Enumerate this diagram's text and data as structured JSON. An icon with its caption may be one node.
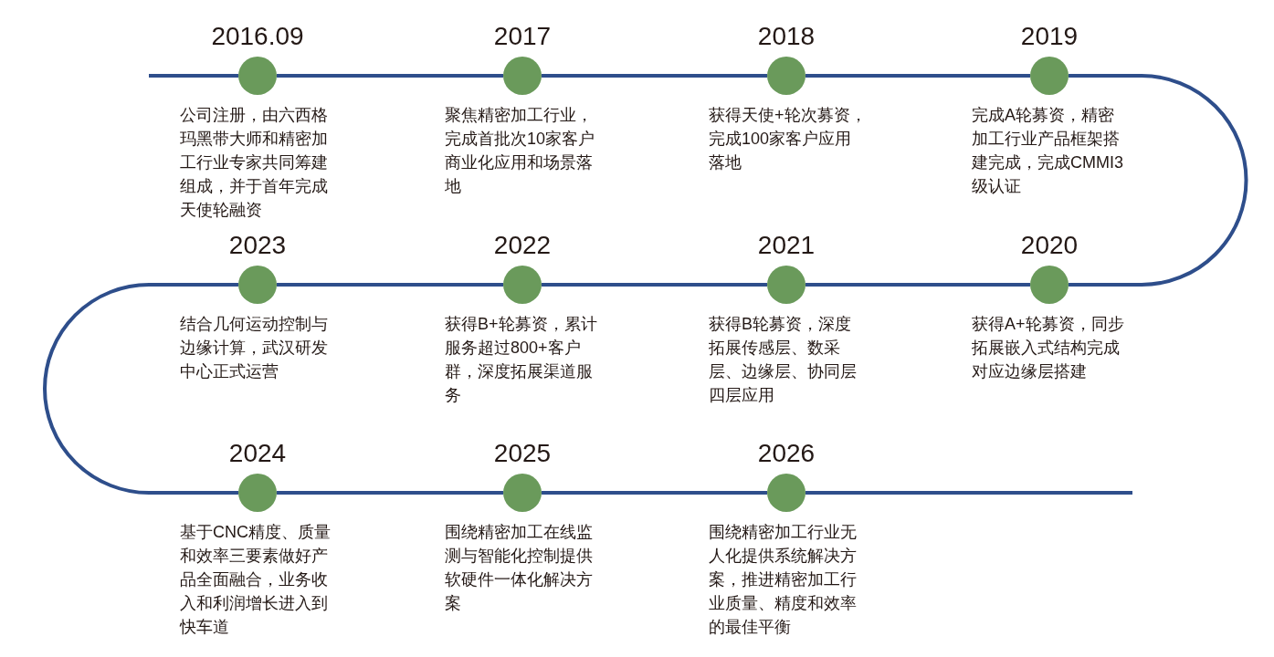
{
  "diagram": {
    "nodes": [
      {
        "text": [
          "2016.09"
        ],
        "beside": [
          "公司注册，由六西格玛黑带大师和精密加工行业专家共同筹建组成，并于首年完成天使轮融资"
        ]
      },
      {
        "text": [
          "2017"
        ],
        "beside": [
          "聚焦精密加工行业，完成首批次10家客户商业化应用和场景落地"
        ]
      },
      {
        "text": [
          "2018"
        ],
        "beside": [
          "获得天使+轮次募资，完成100家客户应用落地"
        ]
      },
      {
        "text": [
          "2019"
        ],
        "beside": [
          "完成A轮募资，精密加工行业产品框架搭建完成，完成CMMI3级认证"
        ]
      },
      {
        "text": [
          "2020"
        ],
        "beside": [
          "获得A+轮募资，同步拓展嵌入式结构完成对应边缘层搭建"
        ]
      },
      {
        "text": [
          "2021"
        ],
        "beside": [
          "获得B轮募资，深度拓展传感层、数采层、边缘层、协同层四层应用"
        ]
      },
      {
        "text": [
          "2022"
        ],
        "beside": [
          "获得B+轮募资，累计服务超过800+客户群，深度拓展渠道服务"
        ]
      },
      {
        "text": [
          "2023"
        ],
        "beside": [
          "结合几何运动控制与边缘计算，武汉研发中心正式运营"
        ]
      },
      {
        "text": [
          "2024"
        ],
        "beside": [
          "基于CNC精度、质量和效率三要素做好产品全面融合，业务收入和利润增长进入到快车道"
        ]
      },
      {
        "text": [
          "2025"
        ],
        "beside": [
          "围绕精密加工在线监测与智能化控制提供软硬件一体化解决方案"
        ]
      },
      {
        "text": [
          "2026"
        ],
        "beside": [
          "围绕精密加工行业无人化提供系统解决方案，推进精密加工行业质量、精度和效率的最佳平衡"
        ]
      }
    ],
    "edges": [
      {
        "from": null,
        "to": 0,
        "arrow": "none"
      },
      {
        "from": 0,
        "to": 1,
        "arrow": "none"
      },
      {
        "from": 1,
        "to": 2,
        "arrow": "none"
      },
      {
        "from": 2,
        "to": 3,
        "arrow": "none"
      },
      {
        "from": 3,
        "to": 4,
        "arrow": "none"
      },
      {
        "from": 4,
        "to": 5,
        "arrow": "none"
      },
      {
        "from": 5,
        "to": 6,
        "arrow": "none"
      },
      {
        "from": 6,
        "to": 7,
        "arrow": "none"
      },
      {
        "from": 7,
        "to": 8,
        "arrow": "none"
      },
      {
        "from": 8,
        "to": 9,
        "arrow": "none"
      },
      {
        "from": 9,
        "to": 10,
        "arrow": "none"
      },
      {
        "from": 10,
        "to": null,
        "arrow": "none"
      }
    ]
  }
}
